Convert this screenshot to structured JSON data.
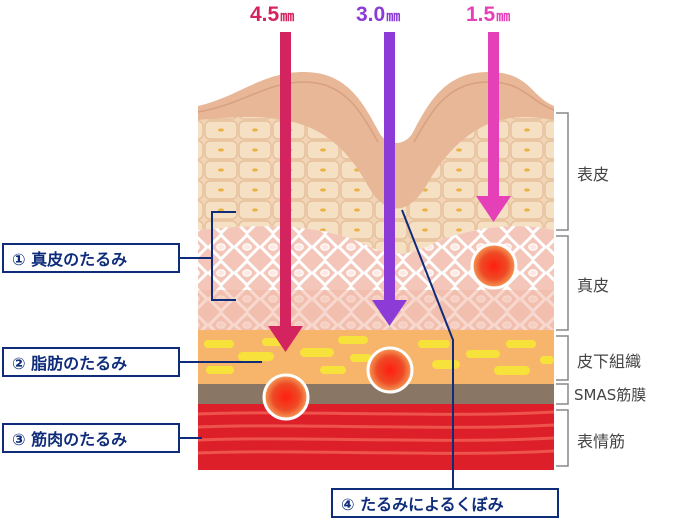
{
  "depths": [
    {
      "value": "4.5",
      "unit": "㎜",
      "color": "#d4245f"
    },
    {
      "value": "3.0",
      "unit": "㎜",
      "color": "#8d3bd6"
    },
    {
      "value": "1.5",
      "unit": "㎜",
      "color": "#e540b8"
    }
  ],
  "callouts": {
    "dermis_sagging": "① 真皮のたるみ",
    "fat_sagging": "② 脂肪のたるみ",
    "muscle_sagging": "③ 筋肉のたるみ",
    "sagging_hollow": "④ たるみによるくぼみ"
  },
  "layers": {
    "epidermis": "表皮",
    "dermis": "真皮",
    "subcutaneous": "皮下組織",
    "smas": "SMAS筋膜",
    "muscle": "表情筋"
  },
  "colors": {
    "callout_border": "#0f2c7a",
    "skin_top": "#e6b597",
    "epidermis": "#f1d3b4",
    "dermis": "#f4c7bb",
    "fat": "#f7b46a",
    "fat_blobs": "#f6e23a",
    "smas": "#8a7665",
    "muscle": "#dd1e2a",
    "hotspot": "#e8331f"
  }
}
